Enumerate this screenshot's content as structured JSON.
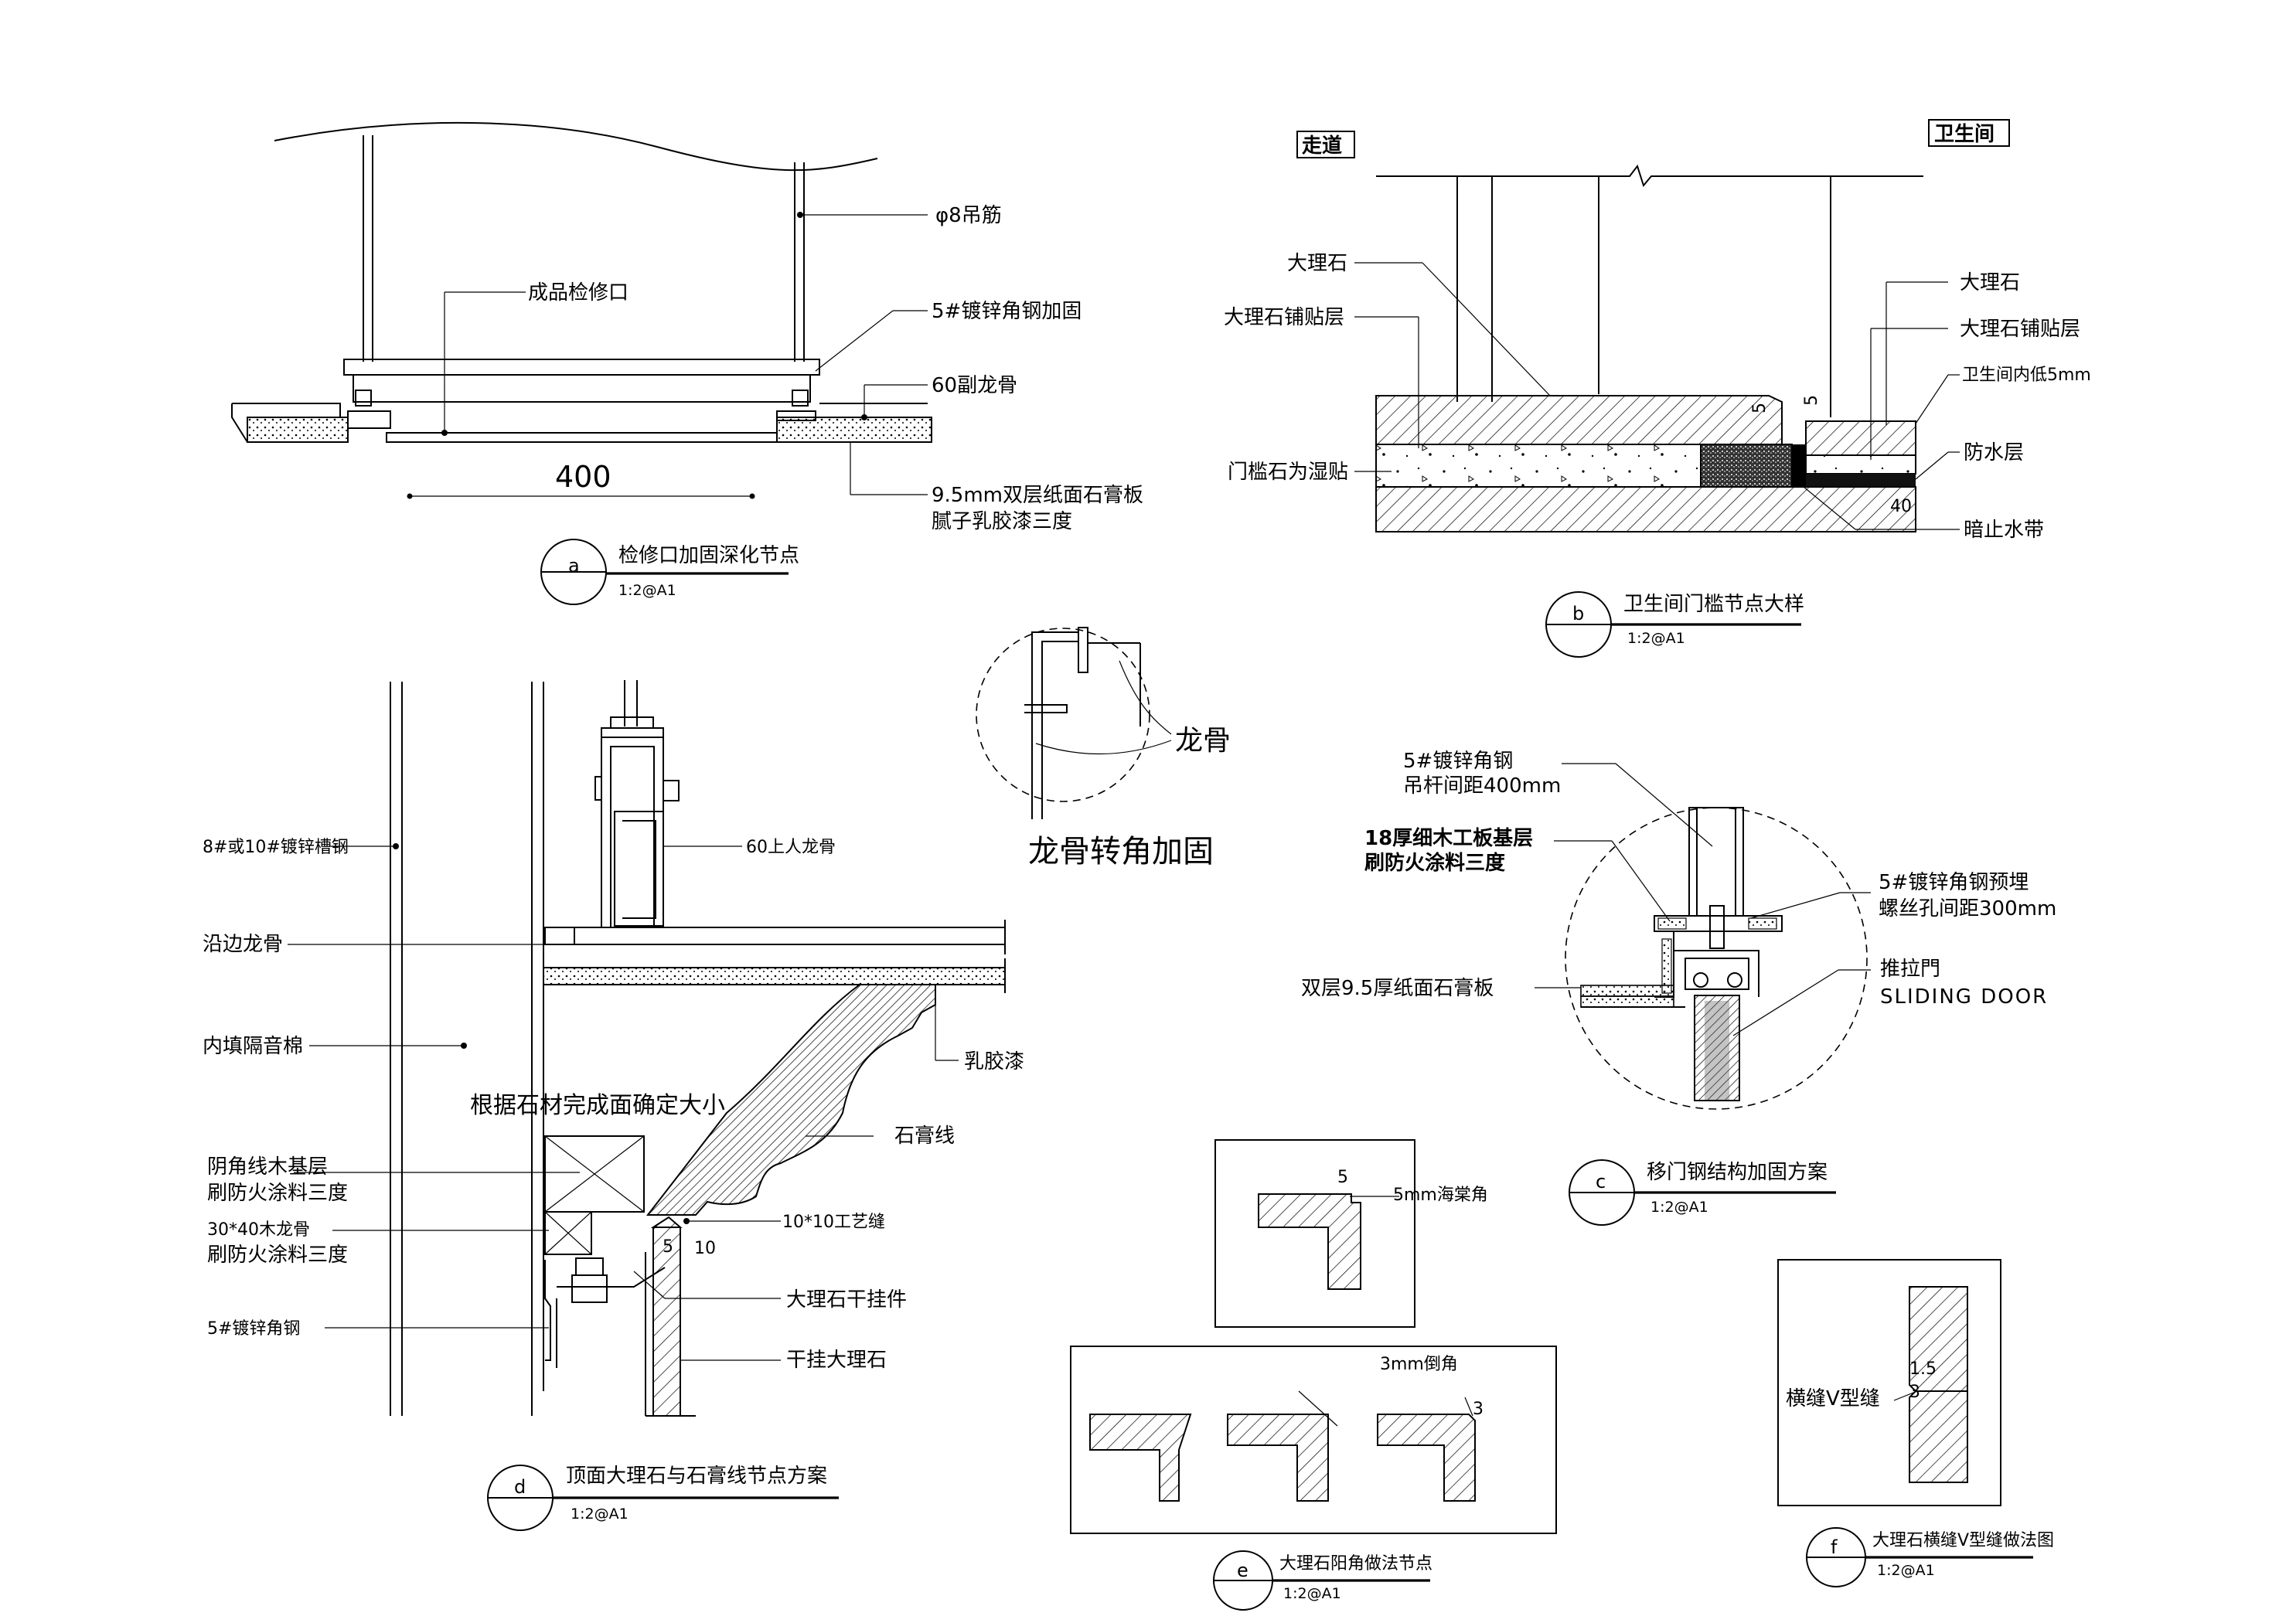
{
  "detail_a": {
    "labels": {
      "hanger": "φ8吊筋",
      "access_panel": "成品检修口",
      "angle_steel": "5#镀锌角钢加固",
      "keel": "60副龙骨",
      "board_1": "9.5mm双层纸面石膏板",
      "board_2": "腻子乳胶漆三度",
      "dim": "400"
    },
    "title": "检修口加固深化节点",
    "letter": "a",
    "scale": "1:2@A1"
  },
  "detail_b": {
    "labels": {
      "corridor": "走道",
      "bathroom": "卫生间",
      "marble_l": "大理石",
      "bedding_l": "大理石铺贴层",
      "sill": "门槛石为湿贴",
      "marble_r": "大理石",
      "bedding_r": "大理石铺贴层",
      "lower": "卫生间内低5mm",
      "waterproof": "防水层",
      "waterstop": "暗止水带",
      "dim_5a": "5",
      "dim_5b": "5",
      "dim_40": "40"
    },
    "title": "卫生间门槛节点大样",
    "letter": "b",
    "scale": "1:2@A1"
  },
  "detail_keel": {
    "label": "龙骨",
    "title": "龙骨转角加固"
  },
  "detail_c": {
    "labels": {
      "angle_1": "5#镀锌角钢",
      "angle_2": "吊杆间距400mm",
      "board_1": "18厚细木工板基层",
      "board_2": "刷防火涂料三度",
      "preembed_1": "5#镀锌角钢预埋",
      "preembed_2": "螺丝孔间距300mm",
      "gypsum": "双层9.5厚纸面石膏板",
      "door_cn": "推拉門",
      "door_en": "SLIDING DOOR"
    },
    "title": "移门钢结构加固方案",
    "letter": "c",
    "scale": "1:2@A1"
  },
  "detail_d": {
    "labels": {
      "channel": "8#或10#镀锌槽钢",
      "edge_keel": "沿边龙骨",
      "insulation": "内填隔音棉",
      "up_keel": "60上人龙骨",
      "latex": "乳胶漆",
      "note": "根据石材完成面确定大小",
      "cornice": "石膏线",
      "base_1": "阴角线木基层",
      "base_2": "刷防火涂料三度",
      "wood_1": "30*40木龙骨",
      "wood_2": "刷防火涂料三度",
      "joint": "10*10工艺缝",
      "hanger": "大理石干挂件",
      "angle": "5#镀锌角钢",
      "marble": "干挂大理石",
      "dim_5": "5",
      "dim_10": "10"
    },
    "title": "顶面大理石与石膏线节点方案",
    "letter": "d",
    "scale": "1:2@A1"
  },
  "detail_e": {
    "labels": {
      "corner_5": "5mm海棠角",
      "chamfer": "3mm倒角",
      "dim_5": "5",
      "dim_3": "3"
    },
    "title": "大理石阳角做法节点",
    "letter": "e",
    "scale": "1:2@A1"
  },
  "detail_f": {
    "labels": {
      "vjoint": "横缝V型缝",
      "dim_15": "1.5",
      "dim_3": "3"
    },
    "title": "大理石横缝V型缝做法图",
    "letter": "f",
    "scale": "1:2@A1"
  }
}
